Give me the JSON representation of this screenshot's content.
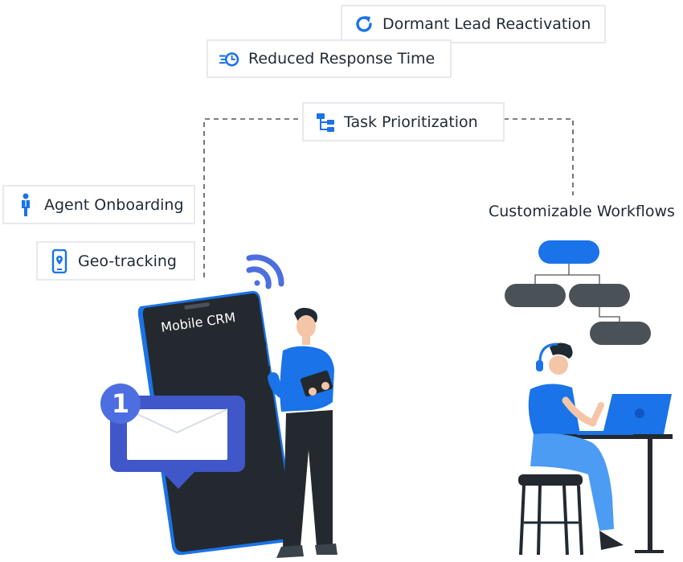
{
  "features": {
    "dormant_lead_reactivation": "Dormant Lead Reactivation",
    "reduced_response_time": "Reduced Response Time",
    "task_prioritization": "Task Prioritization",
    "agent_onboarding": "Agent Onboarding",
    "geo_tracking": "Geo-tracking"
  },
  "workflows": {
    "title": "Customizable Workflows"
  },
  "phone": {
    "label": "Mobile CRM",
    "notification_count": "1"
  },
  "icons": {
    "dormant": "refresh-icon",
    "response": "fast-clock-icon",
    "task": "hierarchy-icon",
    "agent": "person-icon",
    "geo": "phone-pin-icon"
  },
  "colors": {
    "accent": "#1a73e8",
    "node_primary": "#1a73e8",
    "node_secondary": "#4a5257",
    "card_border": "#e6e9ee"
  }
}
